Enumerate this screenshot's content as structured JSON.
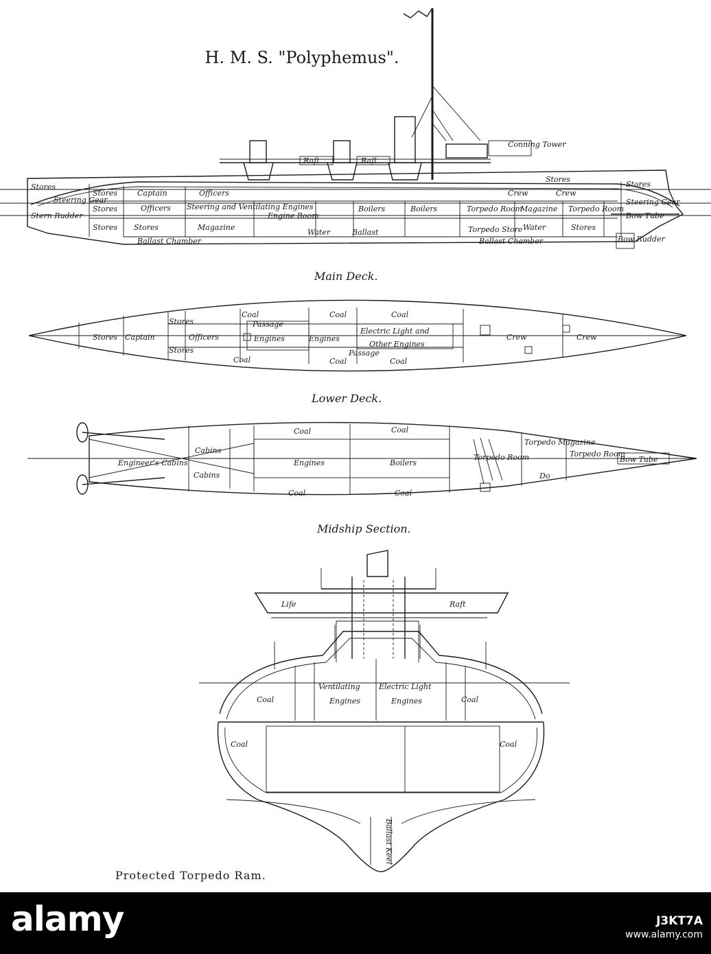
{
  "title": "H. M. S. \"Polyphemus\".",
  "caption": "Protected Torpedo Ram.",
  "sections": {
    "main_deck": "Main Deck.",
    "lower_deck": "Lower Deck.",
    "midship": "Midship Section."
  },
  "profile": {
    "conning": "Conning Tower",
    "raft_a": "Raft",
    "raft_b": "Raft",
    "stores_fwd_top": "Stores",
    "stores_aft_top": "Stores",
    "stores_aft_2": "Stores",
    "stores_aft_3": "Stores",
    "steering_gear_aft": "Steering Gear",
    "stern_rudder": "Stern Rudder",
    "stores_fwd_deck": "Stores",
    "captain": "Captain",
    "officers_top": "Officers",
    "crew_1": "Crew",
    "crew_2": "Crew",
    "stores_bow_top": "Stores",
    "officers_mid": "Officers",
    "steering_vent": "Steering and Ventilating Engines",
    "engine_room": "Engine Room",
    "boilers_1": "Boilers",
    "boilers_2": "Boilers",
    "torpedo_room_1": "Torpedo Room",
    "magazine_fwd": "Magazine",
    "torpedo_room_2": "Torpedo Room",
    "steering_gear_bow": "Steering Gear",
    "bow_tube": "Bow Tube",
    "stores_low": "Stores",
    "magazine_aft": "Magazine",
    "water_1": "Water",
    "ballast_mid": "Ballast",
    "torpedo_store": "Torpedo Store",
    "water_2": "Water",
    "stores_bow_low": "Stores",
    "ballast_chamber_aft": "Ballast Chamber",
    "ballast_chamber_fwd": "Ballast Chamber",
    "bow_rudder": "Bow Rudder"
  },
  "main_deck": {
    "coal_1": "Coal",
    "coal_2": "Coal",
    "coal_3": "Coal",
    "coal_4": "Coal",
    "coal_5": "Coal",
    "coal_6": "Coal",
    "passage_1": "Passage",
    "passage_2": "Passage",
    "stores": "Stores",
    "captain": "Captain",
    "stores_s1": "Stores",
    "stores_s2": "Stores",
    "officers": "Officers",
    "engines_1": "Engines",
    "engines_2": "Engines",
    "electric": "Electric Light and",
    "other_engines": "Other Engines",
    "crew_1": "Crew",
    "crew_2": "Crew"
  },
  "lower_deck": {
    "coal_1": "Coal",
    "coal_2": "Coal",
    "coal_3": "Coal",
    "coal_4": "Coal",
    "cabins_1": "Cabins",
    "cabins_2": "Cabins",
    "engineer_cabins": "Engineer's Cabins",
    "engines": "Engines",
    "boilers": "Boilers",
    "torpedo_room_1": "Torpedo Room",
    "torpedo_magazine": "Torpedo Magazine",
    "ditto": "Do",
    "torpedo_room_2": "Torpedo Room",
    "bow_tube": "Bow Tube"
  },
  "midship": {
    "life": "Life",
    "raft": "Raft",
    "coal_1": "Coal",
    "coal_2": "Coal",
    "coal_3": "Coal",
    "coal_4": "Coal",
    "ventilating": "Ventilating",
    "ventilating_2": "Engines",
    "electric": "Electric Light",
    "electric_2": "Engines",
    "ballast_keel": "Ballast Keel"
  },
  "watermark": {
    "brand": "alamy",
    "ref": "J3KT7A",
    "site": "www.alamy.com"
  }
}
